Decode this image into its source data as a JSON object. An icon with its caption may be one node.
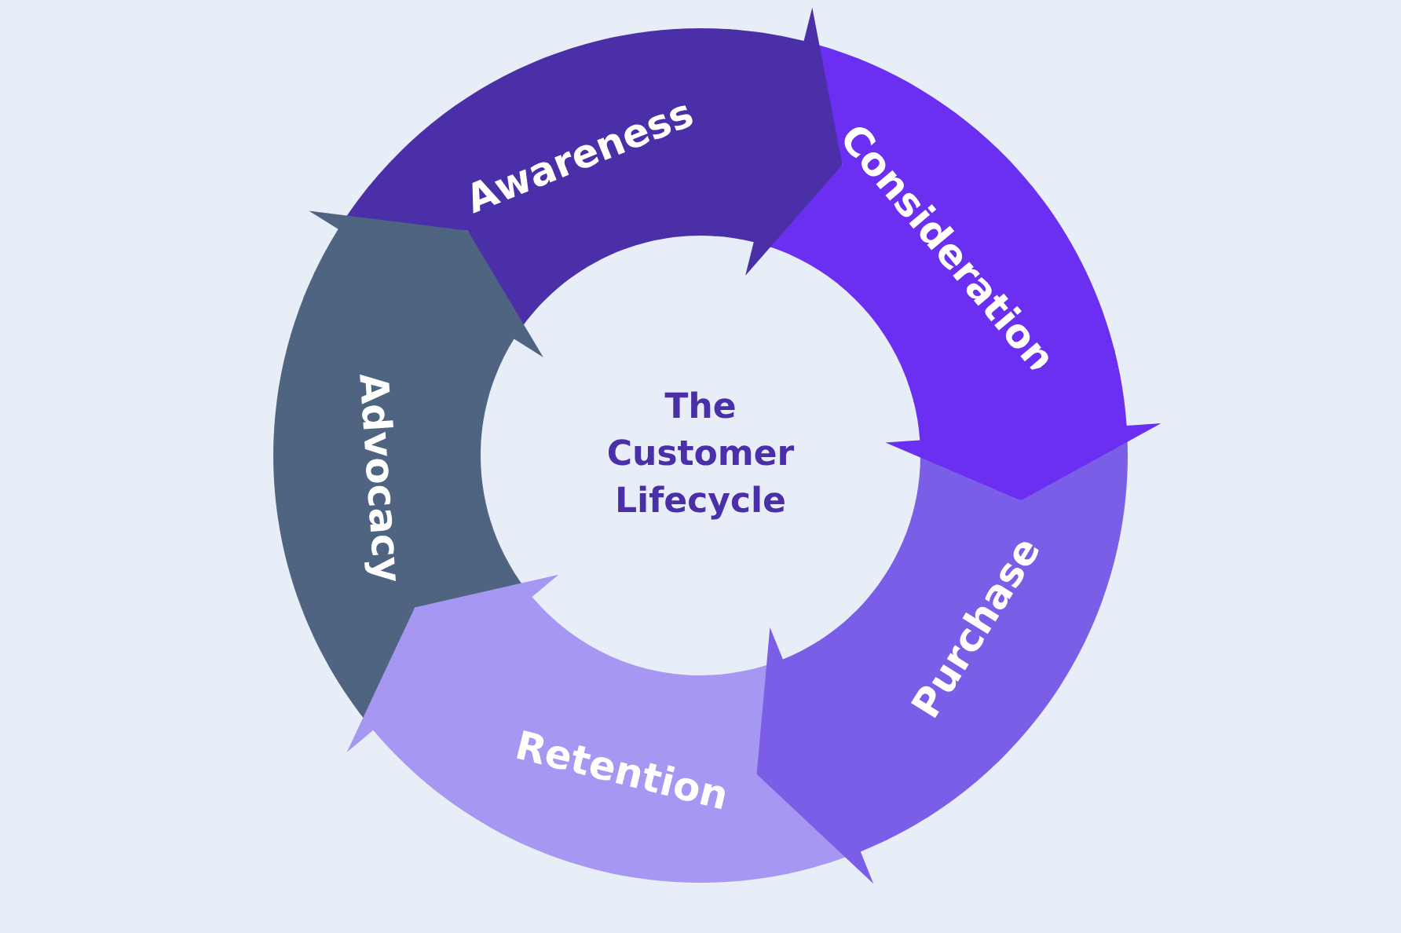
{
  "diagram": {
    "title": "The Customer Lifecycle",
    "nodes": [
      {
        "text": [
          "Awareness"
        ]
      },
      {
        "text": [
          "Consideration"
        ]
      },
      {
        "text": [
          "Purchase"
        ]
      },
      {
        "text": [
          "Retention"
        ]
      },
      {
        "text": [
          "Advocacy"
        ]
      }
    ],
    "edges": [
      {
        "from": 0,
        "to": 1,
        "arrow": "to"
      },
      {
        "from": 1,
        "to": 2,
        "arrow": "to"
      },
      {
        "from": 2,
        "to": 3,
        "arrow": "to"
      },
      {
        "from": 3,
        "to": 4,
        "arrow": "to"
      },
      {
        "from": 4,
        "to": 0,
        "arrow": "to"
      }
    ]
  }
}
